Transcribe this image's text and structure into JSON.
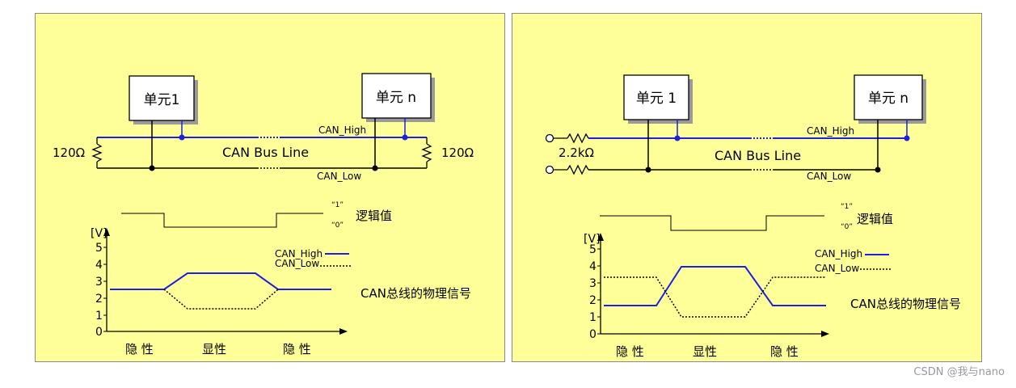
{
  "left": {
    "unit1": "单元1",
    "unitn": "单元 n",
    "can_high": "CAN_High",
    "can_low": "CAN_Low",
    "bus_line": "CAN Bus Line",
    "res_left": "120Ω",
    "res_right": "120Ω",
    "logic_1": "“1”",
    "logic_0": "“0”",
    "logic_label": "逻辑值",
    "y_axis": "[V]",
    "ticks": [
      "0",
      "1",
      "2",
      "3",
      "4",
      "5"
    ],
    "legend_high": "CAN_High",
    "legend_low": "CAN_Low",
    "signal_label": "CAN总线的物理信号",
    "x_labels": [
      "隐 性",
      "显性",
      "隐 性"
    ]
  },
  "right": {
    "unit1": "单元 1",
    "unitn": "单元  n",
    "can_high": "CAN_High",
    "can_low": "CAN_Low",
    "bus_line": "CAN Bus Line",
    "res": "2.2kΩ",
    "logic_1": "“1”",
    "logic_0": "“0”",
    "logic_label": "逻辑值",
    "y_axis": "[V]",
    "ticks": [
      "0",
      "1",
      "2",
      "3",
      "4",
      "5"
    ],
    "legend_high": "CAN_High",
    "legend_low": "CAN_Low",
    "signal_label": "CAN总线的物理信号",
    "x_labels": [
      "隐 性",
      "显性",
      "隐 性"
    ]
  },
  "colors": {
    "panel_bg": "#ffff99",
    "high_line": "#1f1fe0",
    "wire": "#000000"
  },
  "watermark": "CSDN @我与nano"
}
